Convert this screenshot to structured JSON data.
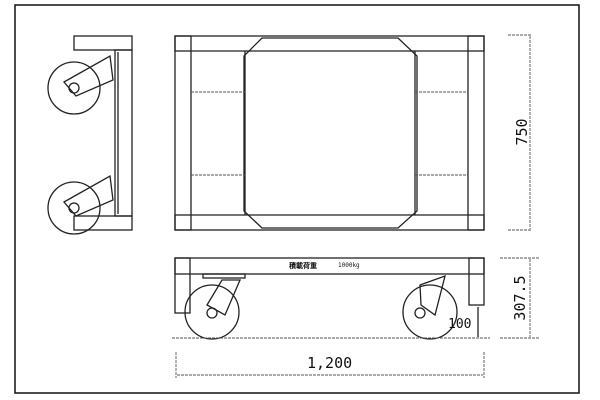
{
  "drawing": {
    "load_label": "積載荷重",
    "load_value": "1000kg",
    "dim_width": "1,200",
    "dim_depth": "750",
    "dim_height": "307.5",
    "dim_deck_clearance": "100"
  }
}
